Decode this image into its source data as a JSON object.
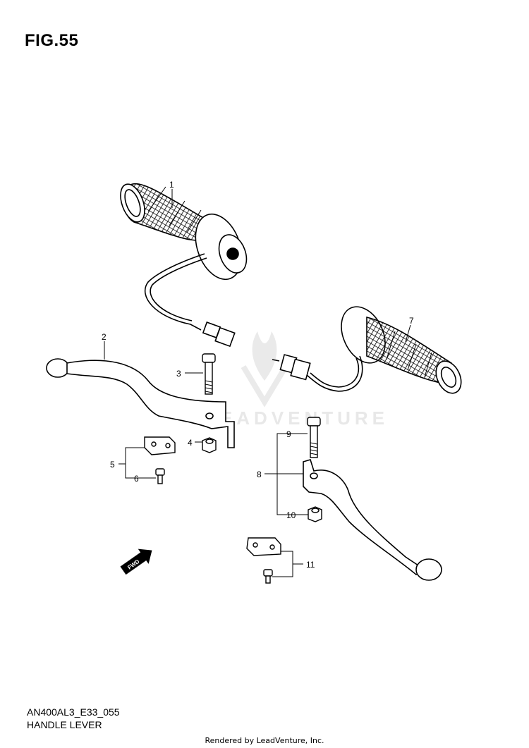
{
  "figure": {
    "title": "FIG.55",
    "code": "AN400AL3_E33_055",
    "name": "HANDLE LEVER"
  },
  "watermark": "LEADVENTURE",
  "credit": "Rendered by LeadVenture, Inc.",
  "callouts": [
    {
      "id": "1",
      "label": "1"
    },
    {
      "id": "2",
      "label": "2"
    },
    {
      "id": "3",
      "label": "3"
    },
    {
      "id": "4",
      "label": "4"
    },
    {
      "id": "5",
      "label": "5"
    },
    {
      "id": "6",
      "label": "6"
    },
    {
      "id": "7",
      "label": "7"
    },
    {
      "id": "8",
      "label": "8"
    },
    {
      "id": "9",
      "label": "9"
    },
    {
      "id": "10",
      "label": "10"
    },
    {
      "id": "11",
      "label": "11"
    }
  ],
  "fwd_label": "FWD",
  "colors": {
    "line": "#000000",
    "watermark": "#e6e6e6"
  }
}
